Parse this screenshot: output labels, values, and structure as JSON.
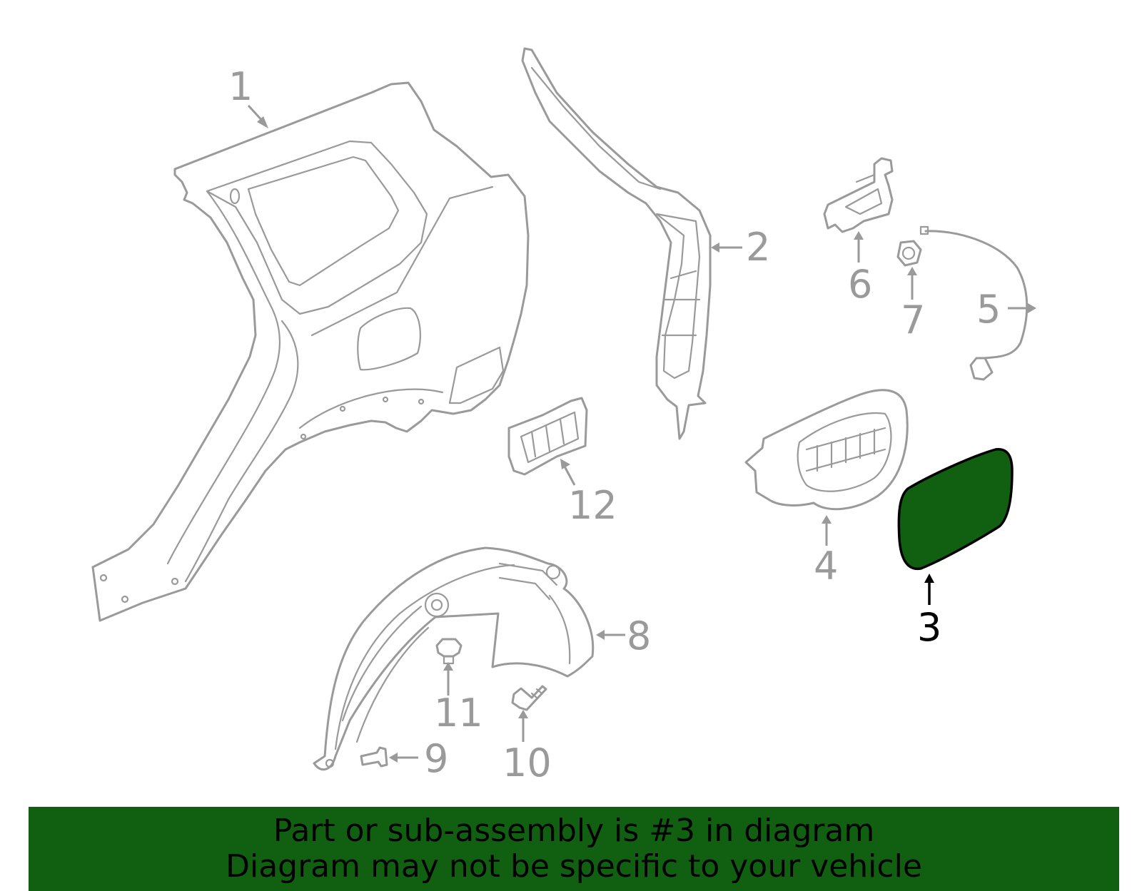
{
  "diagram": {
    "callouts": [
      "1",
      "2",
      "3",
      "4",
      "5",
      "6",
      "7",
      "8",
      "9",
      "10",
      "11",
      "12"
    ],
    "highlighted_part": "3",
    "colors": {
      "part_stroke": "#9a9a9a",
      "highlight_fill": "#116011",
      "highlight_stroke": "#000000",
      "background": "#ffffff"
    }
  },
  "banner": {
    "line1": "Part or sub-assembly is #3 in diagram",
    "line2": "Diagram may not be specific to your vehicle",
    "color": "#116011"
  }
}
